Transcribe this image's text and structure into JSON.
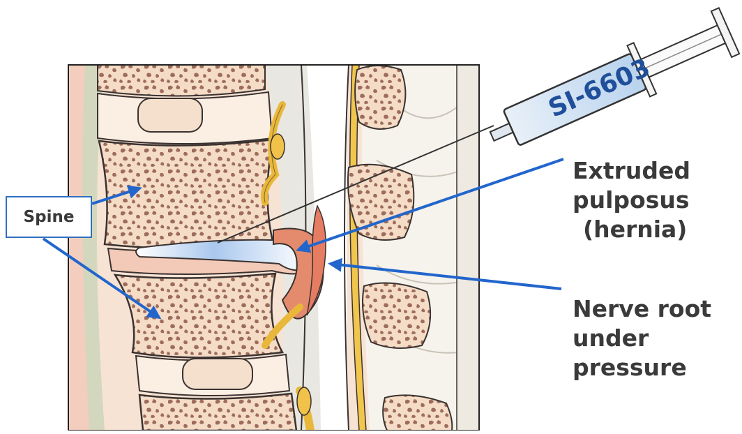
{
  "labels": {
    "spine": "Spine",
    "syringe_label": "SI-6603",
    "extruded_line1": "Extruded",
    "extruded_line2": "pulposus",
    "extruded_line3": "(hernia)",
    "nerve_line1": "Nerve root",
    "nerve_line2": "under",
    "nerve_line3": "pressure"
  },
  "colors": {
    "arrow": "#2266cc",
    "label_text": "#3a3a3a",
    "syringe_text": "#1f4f9a",
    "bone_spots": "#9b6b5a",
    "bone_fill": "#f6dfcb",
    "hernia": "#e07a5f",
    "nerve": "#e9b83a"
  }
}
